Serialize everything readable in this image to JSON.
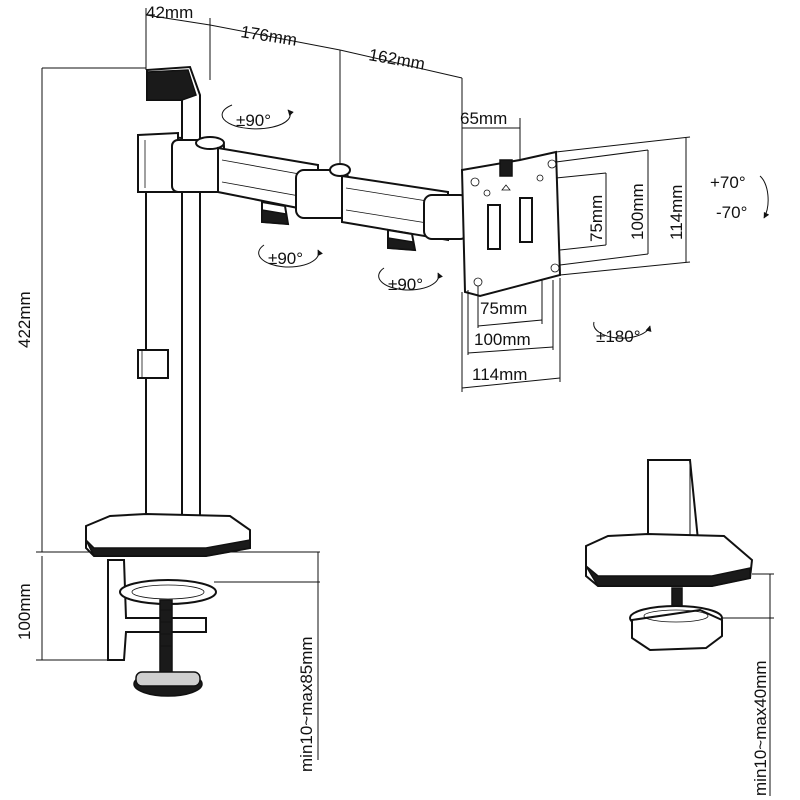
{
  "dimensions": {
    "pole_width": "42mm",
    "arm_first": "176mm",
    "arm_second": "162mm",
    "plate_offset": "65mm",
    "pole_height": "422mm",
    "vesa_75_v": "75mm",
    "vesa_100_v": "100mm",
    "vesa_114_v": "114mm",
    "vesa_75_h": "75mm",
    "vesa_100_h": "100mm",
    "vesa_114_h": "114mm",
    "clamp_height": "100mm",
    "clamp_range": "min10~max85mm",
    "grommet_range": "min10~max40mm"
  },
  "rotations": {
    "pole_joint": "±90°",
    "arm_joint_1": "±90°",
    "arm_joint_2": "±90°",
    "tilt_up": "+70°",
    "tilt_down": "-70°",
    "plate_rotation": "±180°"
  }
}
